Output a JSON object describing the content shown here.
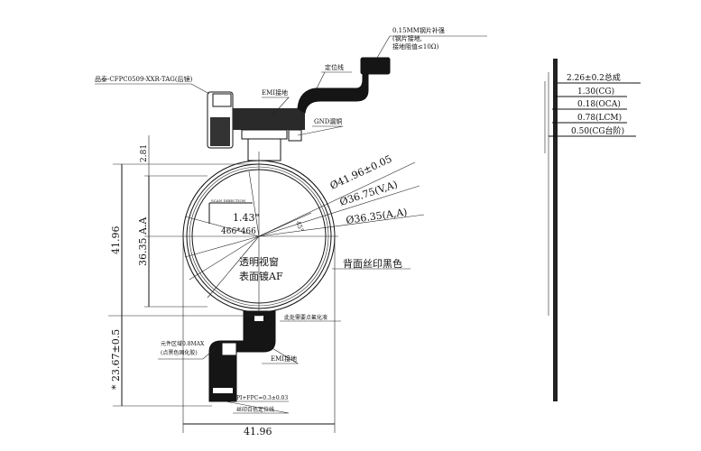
{
  "drawing": {
    "stiffener_note": [
      "0.15MM钢片补强",
      "(钢片接地,",
      "接地阻值≤10Ω)"
    ],
    "positioning_line": "定位线",
    "part_number": "品泰-CFPC0509-XXR-TAG(后镜)",
    "emi_ground_top": "EMI接地",
    "gnd_copper": "GND漏铜",
    "dia_outer": "Ø41.96±0.05",
    "dia_va": "Ø36.75(V,A)",
    "dia_aa": "Ø36.35(A,A)",
    "screen_size": "1.43\"",
    "resolution": "466*466",
    "window_text": "透明视窗",
    "af_coating": "表面镀AF",
    "back_print": "背面丝印黑色",
    "fluoride_note": "此处需要点氟化液",
    "component_area": [
      "元件区域0.8MAX",
      "(点黑色固化胶)"
    ],
    "emi_ground_bottom": "EMI接地",
    "pi_fpc": "PI+FPC=0.3±0.03",
    "white_print_line": "丝印白色定位线",
    "scan_direction": "SCAN DIRECTION",
    "angle_label": "45°",
    "dim_height": "41.96",
    "dim_aa": "36.35 A.A",
    "dim_top": "2.81",
    "dim_tail": "* 23.67±0.5",
    "dim_width": "41.96"
  },
  "stack": {
    "total": "2.26±0.2总成",
    "layers": [
      "1.30(CG)",
      "0.18(OCA)",
      "0.78(LCM)",
      "0.50(CG台阶)"
    ]
  }
}
